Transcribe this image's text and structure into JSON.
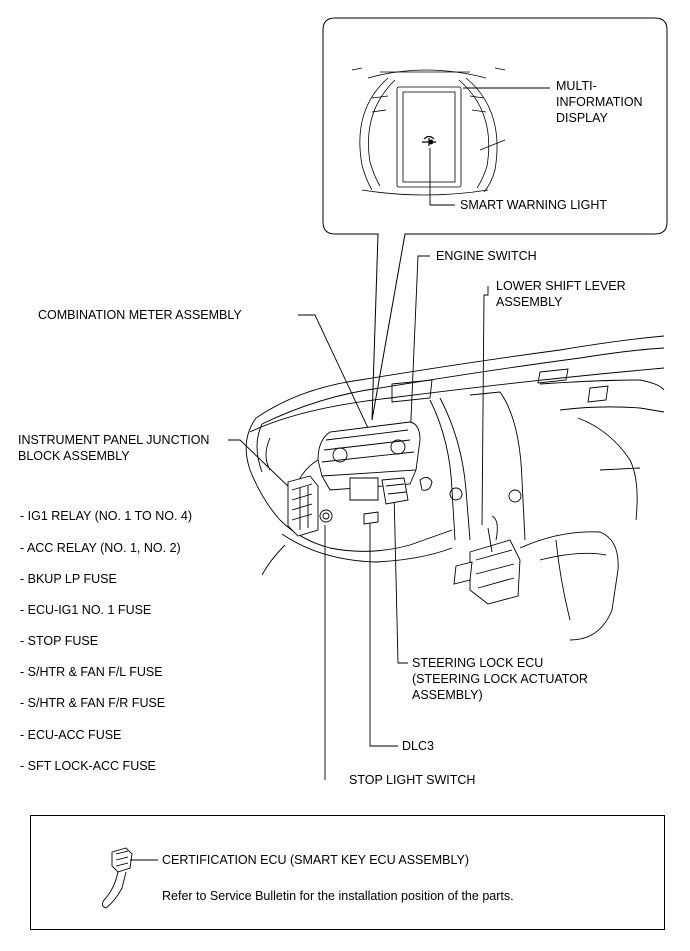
{
  "labels": {
    "multi_info_display": [
      "MULTI-",
      "INFORMATION",
      "DISPLAY"
    ],
    "smart_warning_light": "SMART WARNING LIGHT",
    "engine_switch": "ENGINE SWITCH",
    "lower_shift_lever": [
      "LOWER SHIFT LEVER",
      "ASSEMBLY"
    ],
    "combination_meter": "COMBINATION METER ASSEMBLY",
    "instrument_panel_jb": [
      "INSTRUMENT PANEL JUNCTION",
      "BLOCK ASSEMBLY"
    ],
    "steering_lock_ecu": [
      "STEERING LOCK ECU",
      "(STEERING LOCK ACTUATOR",
      "ASSEMBLY)"
    ],
    "dlc3": "DLC3",
    "stop_light_switch": "STOP LIGHT SWITCH"
  },
  "junction_block_items": [
    "- IG1 RELAY (NO. 1 TO NO. 4)",
    "- ACC RELAY (NO. 1, NO. 2)",
    "- BKUP LP FUSE",
    "- ECU-IG1 NO. 1 FUSE",
    "- STOP FUSE",
    "- S/HTR & FAN F/L FUSE",
    "- S/HTR & FAN F/R FUSE",
    "- ECU-ACC FUSE",
    "- SFT LOCK-ACC FUSE"
  ],
  "note": {
    "certification_ecu": "CERTIFICATION ECU (SMART KEY ECU ASSEMBLY)",
    "text": "Refer to Service Bulletin for the installation position of the parts."
  }
}
